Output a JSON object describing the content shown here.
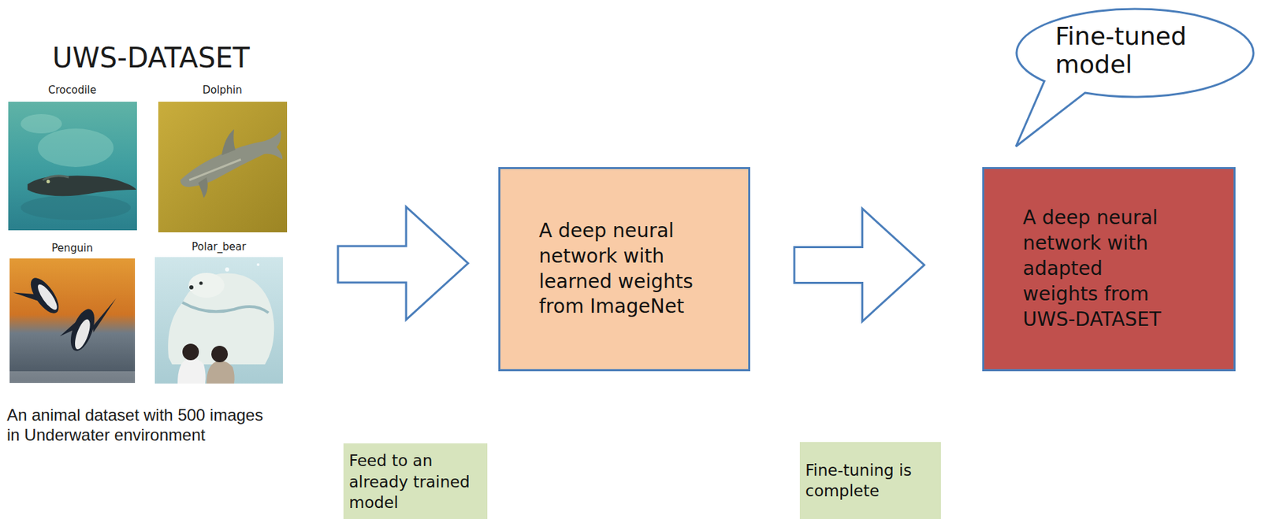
{
  "diagram": {
    "nodes": [
      {
        "text": [
          "A deep neural network with learned weights from ImageNet"
        ]
      },
      {
        "text": [
          "A deep neural network with adapted weights from UWS-DATASET"
        ]
      },
      {
        "text": [
          "Fine-tuned model"
        ]
      },
      {
        "text": [
          "Feed to an already trained model"
        ]
      },
      {
        "text": [
          "Fine-tuning is complete"
        ]
      }
    ],
    "edges": [
      {
        "from": 0,
        "to": 1,
        "arrow": "to"
      }
    ],
    "labels": [
      "UWS-DATASET",
      "Crocodile",
      "Dolphin",
      "Penguin",
      "Polar_bear",
      "An animal dataset with 500 images in Underwater environment"
    ]
  }
}
